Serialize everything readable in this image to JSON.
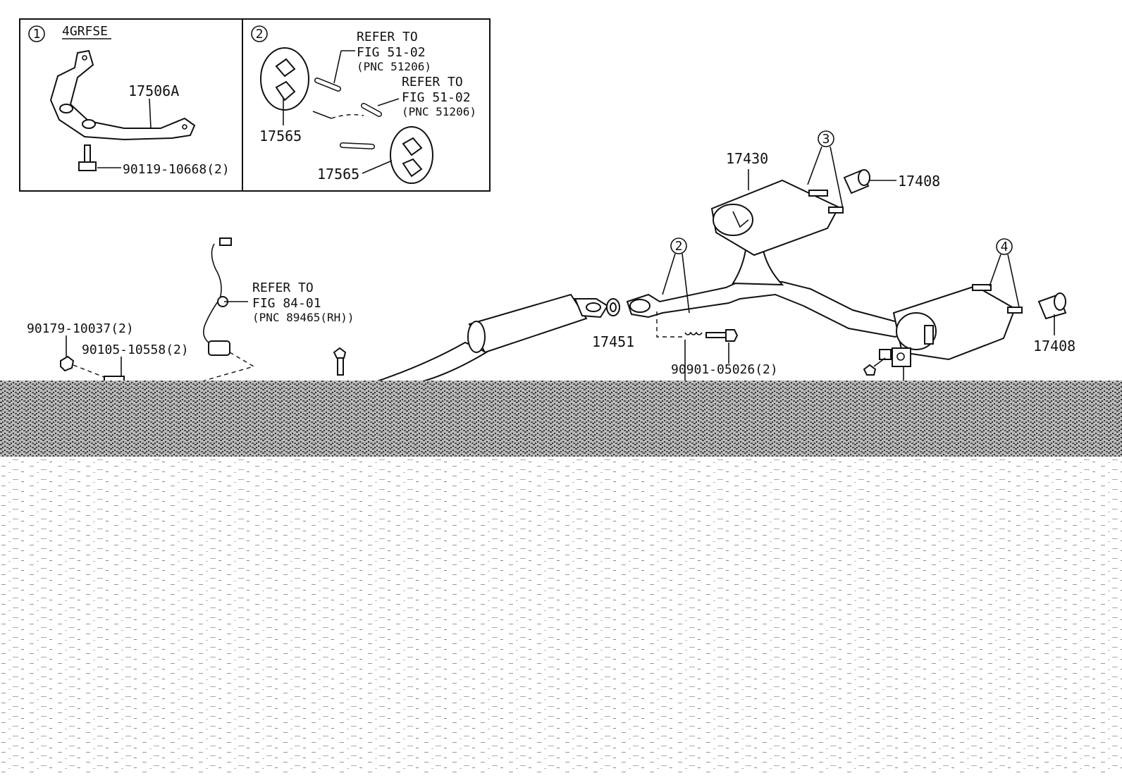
{
  "inset1": {
    "circle_label": "1",
    "engine_code": "4GRFSE",
    "bracket_part": "17506A",
    "bolt_part": "90119-10668(2)"
  },
  "inset2": {
    "circle_label": "2",
    "refer_a_line1": "REFER TO",
    "refer_a_line2": "FIG 51-02",
    "refer_a_line3": "(PNC 51206)",
    "refer_b_line1": "REFER TO",
    "refer_b_line2": "FIG 51-02",
    "refer_b_line3": "(PNC 51206)",
    "hanger_upper": "17565",
    "hanger_lower": "17565"
  },
  "main": {
    "refer_sensor_line1": "REFER TO",
    "refer_sensor_line2": "FIG 84-01",
    "refer_sensor_line3": "(PNC 89465(RH))",
    "nut_part": "90179-10037(2)",
    "stud_part": "90105-10558(2)",
    "gasket_part": "17451",
    "spring_bolt_part": "90901-05026(2)",
    "muffler_part": "17430",
    "tip_part_upper": "17408",
    "tip_part_lower": "17408",
    "callout_2": "2",
    "callout_3": "3",
    "callout_4": "4"
  }
}
